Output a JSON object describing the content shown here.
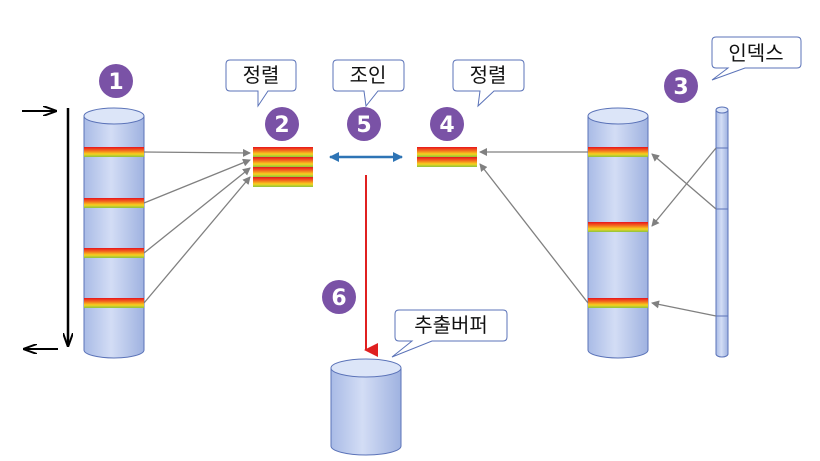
{
  "callouts": {
    "sort_left": "정렬",
    "join": "조인",
    "sort_right": "정렬",
    "index": "인덱스",
    "output_buffer": "추출버퍼"
  },
  "steps": [
    "1",
    "2",
    "3",
    "4",
    "5",
    "6"
  ],
  "colors": {
    "cylinder_fill": "#b8c8ec",
    "cylinder_top": "#dce5f8",
    "cylinder_stroke": "#5b73b8",
    "step_badge": "#7a52a6",
    "join_arrow": "#2e74b5",
    "output_arrow": "#e02020",
    "connector": "#808080"
  }
}
